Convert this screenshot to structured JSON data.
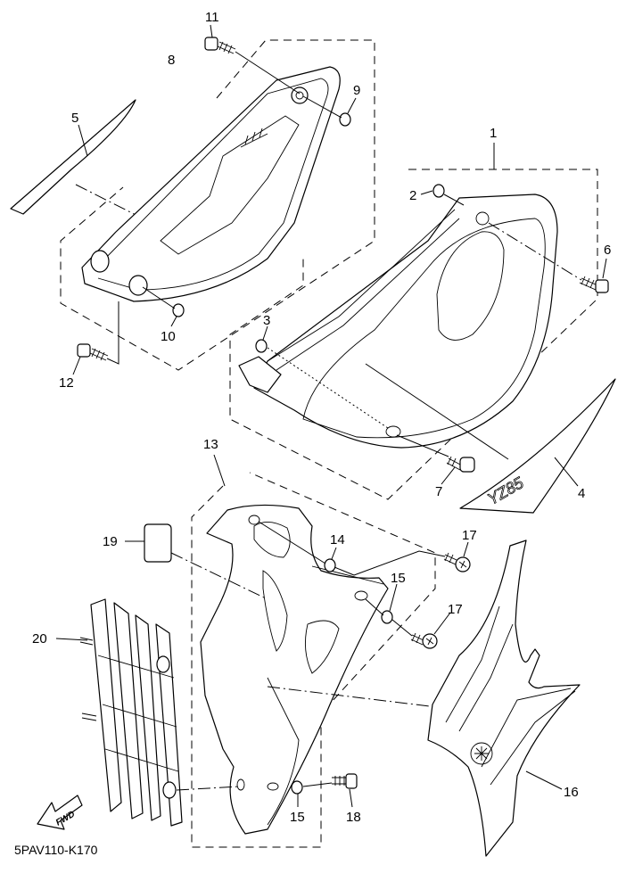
{
  "diagram": {
    "title_code": "5PAV110-K170",
    "fwd_label": "FWD",
    "callouts": [
      {
        "id": "1",
        "part": "side-cover-right"
      },
      {
        "id": "2",
        "part": "grommet"
      },
      {
        "id": "3",
        "part": "grommet"
      },
      {
        "id": "4",
        "part": "graphic-yz85"
      },
      {
        "id": "5",
        "part": "graphic-left"
      },
      {
        "id": "6",
        "part": "bolt"
      },
      {
        "id": "7",
        "part": "bolt"
      },
      {
        "id": "8",
        "part": "side-cover-left"
      },
      {
        "id": "9",
        "part": "grommet"
      },
      {
        "id": "10",
        "part": "grommet"
      },
      {
        "id": "11",
        "part": "bolt"
      },
      {
        "id": "12",
        "part": "bolt"
      },
      {
        "id": "13",
        "part": "air-scoop"
      },
      {
        "id": "14",
        "part": "collar"
      },
      {
        "id": "15a",
        "part": "collar"
      },
      {
        "id": "15b",
        "part": "collar"
      },
      {
        "id": "16",
        "part": "graphic-scoop"
      },
      {
        "id": "17a",
        "part": "screw"
      },
      {
        "id": "17b",
        "part": "screw"
      },
      {
        "id": "18",
        "part": "bolt"
      },
      {
        "id": "19",
        "part": "damper"
      },
      {
        "id": "20",
        "part": "radiator-guard"
      }
    ],
    "labels": {
      "n1": "1",
      "n2": "2",
      "n3": "3",
      "n4": "4",
      "n5": "5",
      "n6": "6",
      "n7": "7",
      "n8": "8",
      "n9": "9",
      "n10": "10",
      "n11": "11",
      "n12": "12",
      "n13": "13",
      "n14": "14",
      "n15a": "15",
      "n15b": "15",
      "n16": "16",
      "n17a": "17",
      "n17b": "17",
      "n18": "18",
      "n19": "19",
      "n20": "20"
    },
    "decal_text": "YZ85"
  }
}
